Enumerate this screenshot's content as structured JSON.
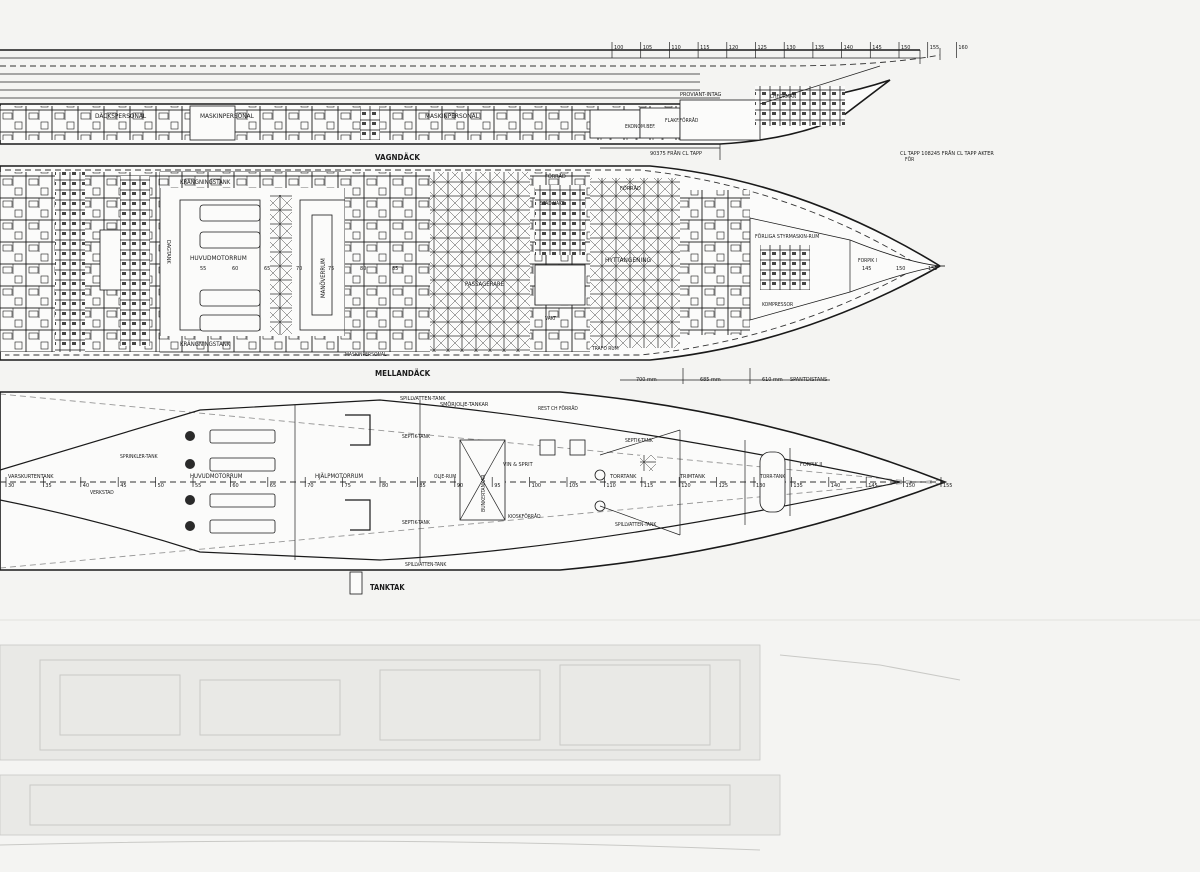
{
  "decks": {
    "upper_frames": [
      "100",
      "105",
      "110",
      "115",
      "120",
      "125",
      "130",
      "135",
      "140",
      "145",
      "150",
      "155",
      "160"
    ],
    "upper_labels": [
      "DÄCKSPERSONAL",
      "MASKINPERSONAL",
      "MASKINPERSONAL",
      "PROVIANT-INTAG",
      "FLAKF.FÖRRÅD",
      "EKONOM.BEF.",
      "CHFORMAN"
    ],
    "vagndack": "VAGNDÄCK",
    "dim_top": "90375 FRÅN CL TAPP",
    "dim_top_right": "CL TAPP 108245 FRÅN CL TAPP AKTER",
    "dim_top_right_small": "FÖR",
    "mid_labels": {
      "krangning_top": "KRÄNGNINGSTANK",
      "krangning_bottom": "KRÄNGNINGSTANK",
      "huvudmotorrum": "HUVUDMOTORRUM",
      "manoverrum": "MANÖVERRUM",
      "dagtank": "DAGTANK",
      "passagerare": "PASSAGERARE",
      "hyttangeng": "HYTTANGENING",
      "forrad1": "FÖRRÅD",
      "forrad2": "FÖRRÅD",
      "stad": "STÄD VAKT",
      "vakt": "VAKT",
      "forliga": "FÖRLIGA STYRMASKIN-RUM",
      "kompressor": "KOMPRESSOR",
      "forpik1": "FORPIK I",
      "maskinpersonal": "MASKINPERSONAL",
      "trafo": "TRAFO RUM",
      "frames": [
        "55",
        "60",
        "65",
        "70",
        "75",
        "80",
        "85",
        "145",
        "150",
        "155"
      ]
    },
    "mellandack": "MELLANDÄCK",
    "spacing": {
      "a": "700 mm",
      "b": "685 mm",
      "c": "610 mm",
      "label": "SPANTDISTANS"
    },
    "lower_labels": {
      "spillvatten1": "SPILLVATTEN-TANK",
      "smorjolje": "SMÖRJOLJE-TANKAR",
      "septik1": "SEPTIK-TANK",
      "septik2": "SEPTIK-TANK",
      "septik3": "SEPTIK-TANK",
      "spillvatten2": "SPILLVATTEN-TANK",
      "spillvatten3": "SPILLVATTEN-TANK",
      "varskurtentank": "VARSKURTENTANK",
      "sprinklertank": "SPRINKLER-TANK",
      "verkstad": "VERKSTAD",
      "huvudmotorrum": "HUVUDMOTORRUM",
      "hjalpmotorrum": "HJÄLPMOTORRUM",
      "oljerum": "OLJE-RUM",
      "bunkertankar": "BUNKERTANKAR",
      "vin_sprit": "VIN & SPRIT",
      "kioskforrad": "KIOSKFÖRRÅD",
      "rest_ch": "REST CH FÖRRÅD",
      "torrtank": "TORRTANK",
      "trimtank": "TRIMTANK",
      "torrtank2": "TORR-TANK",
      "forpik2": "FORPIK II",
      "tanktak": "TANKTAK",
      "frames": [
        "30",
        "35",
        "40",
        "45",
        "50",
        "55",
        "60",
        "65",
        "70",
        "75",
        "80",
        "85",
        "90",
        "95",
        "100",
        "105",
        "110",
        "115",
        "120",
        "125",
        "130",
        "135",
        "140",
        "145",
        "150",
        "155"
      ]
    }
  },
  "colors": {
    "ink": "#1a1a1a",
    "paper": "#fbfbfa",
    "ghost": "#c9c9c6"
  }
}
